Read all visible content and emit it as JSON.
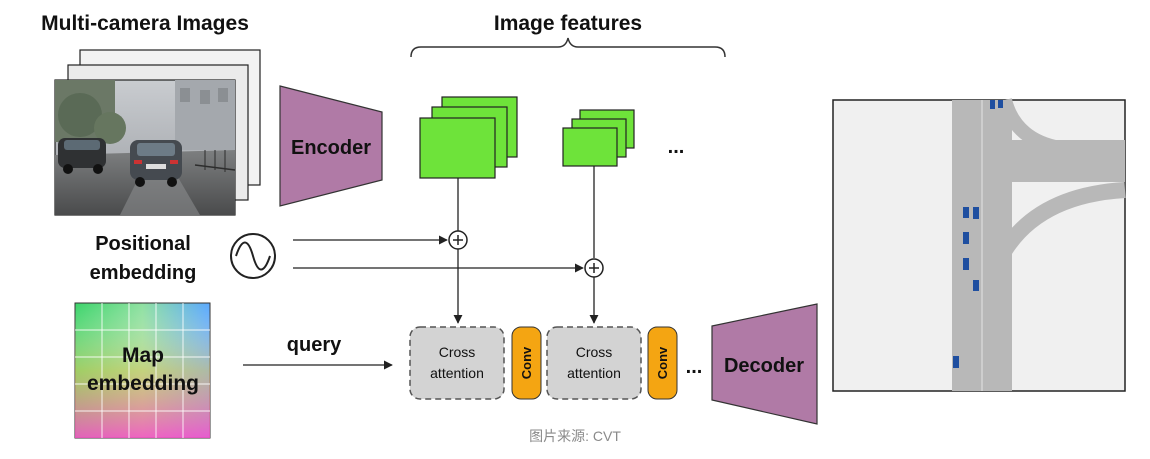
{
  "header": {
    "left_title": "Multi-camera Images",
    "features_title": "Image features"
  },
  "labels": {
    "encoder": "Encoder",
    "positional_line1": "Positional",
    "positional_line2": "embedding",
    "map_line1": "Map",
    "map_line2": "embedding",
    "query": "query",
    "decoder": "Decoder",
    "features_ellipsis": "...",
    "pipeline_ellipsis": "..."
  },
  "blocks": [
    {
      "line1": "Cross",
      "line2": "attention",
      "conv": "Conv"
    },
    {
      "line1": "Cross",
      "line2": "attention",
      "conv": "Conv"
    }
  ],
  "caption": "图片来源: CVT",
  "colors": {
    "encoder_fill": "#b07aa6",
    "feature_green": "#6ee33a",
    "conv_orange": "#f4a512",
    "block_gray": "#d3d3d3",
    "bev_road": "#b8b8b8",
    "bev_vehicle": "#1f4fa0"
  }
}
